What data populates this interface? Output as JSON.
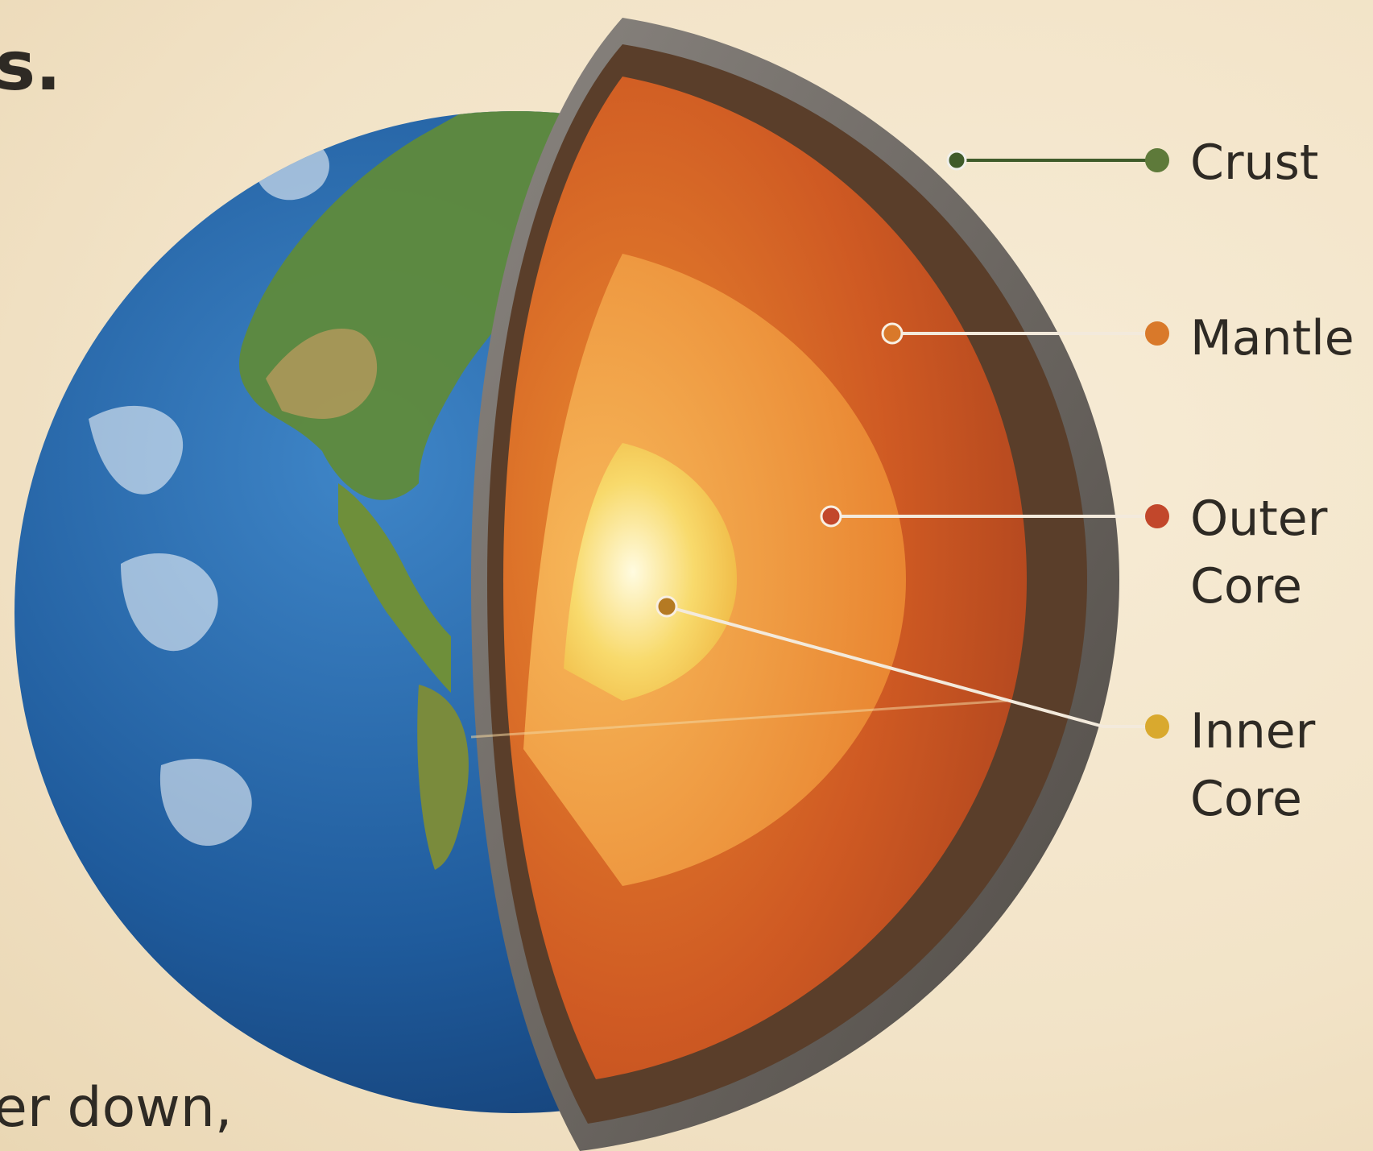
{
  "text_fragments": {
    "top": "s.",
    "bottom": "er down,"
  },
  "layers": [
    {
      "id": "crust",
      "label": "Crust",
      "color": "#5e7a3a"
    },
    {
      "id": "mantle",
      "label": "Mantle",
      "color": "#d9792a"
    },
    {
      "id": "outer_core",
      "label": "Outer\nCore",
      "color": "#c2472b"
    },
    {
      "id": "inner_core",
      "label": "Inner\nCore",
      "color": "#d9a92e"
    }
  ],
  "icons": [
    "earth-globe-cutaway-illustration"
  ]
}
